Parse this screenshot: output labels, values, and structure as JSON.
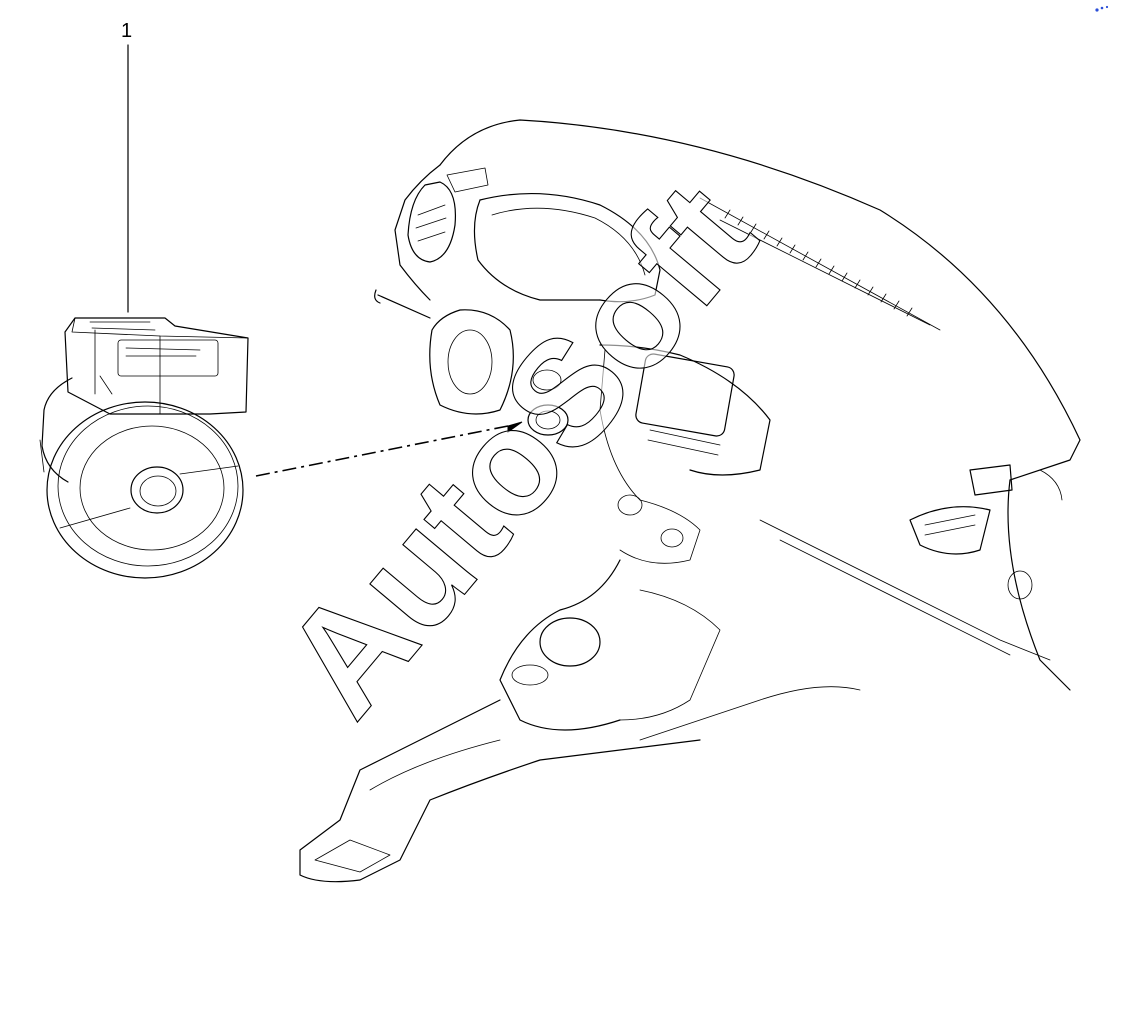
{
  "diagram": {
    "callout_label": "1",
    "watermark_text": "AutoSoft",
    "parts": [
      {
        "ref": "1",
        "icon": "ignition-switch-icon"
      }
    ],
    "colors": {
      "line": "#000000",
      "background": "#ffffff",
      "corner_mark": "#2b4fd8"
    }
  }
}
